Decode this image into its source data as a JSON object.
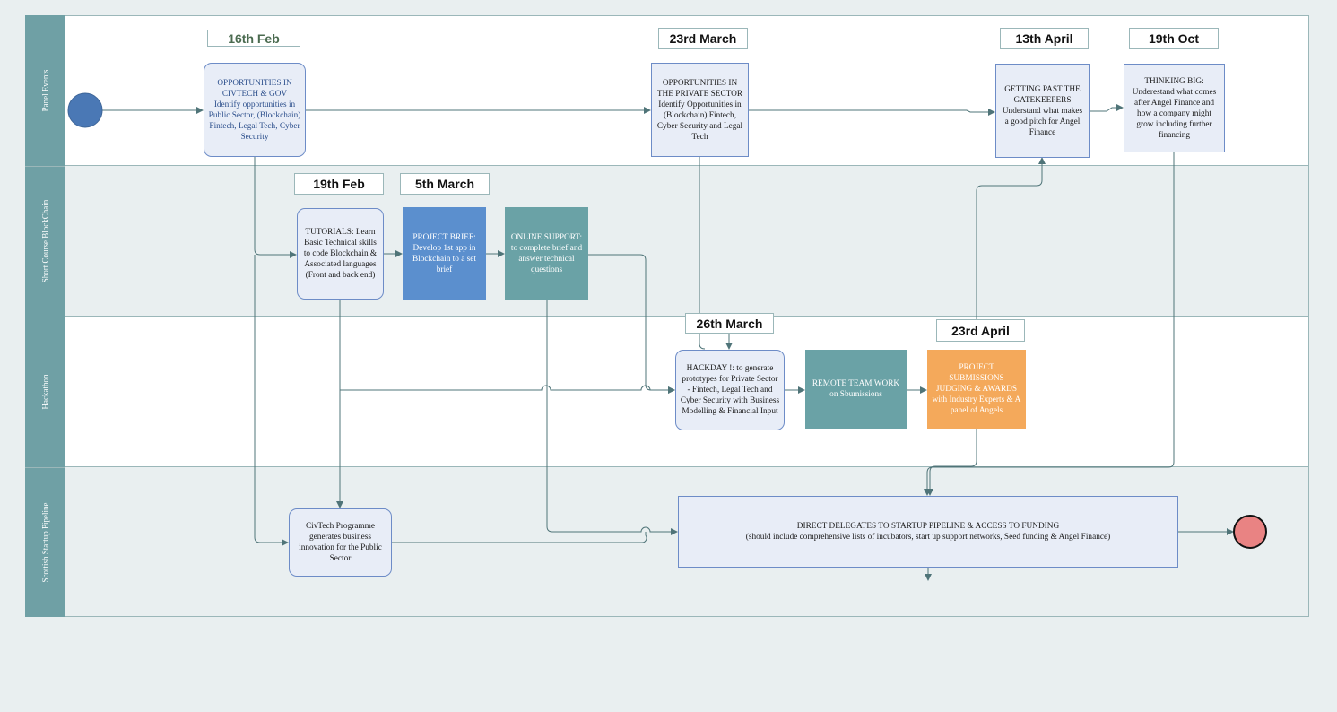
{
  "lanes": [
    {
      "label": "Panel Events"
    },
    {
      "label": "Short Course BlockChain"
    },
    {
      "label": "Hackathon"
    },
    {
      "label": "Scottish Startup Pipeline"
    }
  ],
  "dates": {
    "d16feb": "16th Feb",
    "d23mar": "23rd March",
    "d13apr": "13th April",
    "d19oct": "19th Oct",
    "d19feb": "19th Feb",
    "d5mar": "5th March",
    "d26mar": "26th March",
    "d23apr": "23rd April"
  },
  "boxes": {
    "civtech_title": "OPPORTUNITIES IN CIVTECH & GOV",
    "civtech_body": "Identify opportunities in Public Sector, (Blockchain) Fintech, Legal Tech, Cyber Security",
    "private_title": "OPPORTUNITIES IN THE PRIVATE SECTOR",
    "private_body": "Identify Opportunities in (Blockchain)  Fintech, Cyber Security and Legal Tech",
    "gatekeepers_title": "GETTING PAST THE GATEKEEPERS",
    "gatekeepers_body": "Understand what makes a good pitch for Angel Finance",
    "thinking_big": "THINKING BIG: Underestand what comes after Angel Finance and how a company might grow including further financing",
    "tutorials": "TUTORIALS: Learn Basic Technical skills to code Blockchain & Associated languages (Front and back end)",
    "project_brief": "PROJECT BRIEF: Develop 1st app in Blockchain to a set brief",
    "online_support": "ONLINE SUPPORT: to complete brief and answer technical questions",
    "hackday": "HACKDAY !: to generate prototypes for Private Sector - Fintech, Legal Tech and Cyber Security with Business Modelling & Financial Input",
    "remote_team": "REMOTE TEAM WORK on Sbumissions",
    "submissions_title": "PROJECT SUBMISSIONS JUDGING & AWARDS",
    "submissions_body": "with Industry Experts & A panel of Angels",
    "civtech_programme": "CivTech Programme generates business innovation for the Public Sector",
    "direct_title": "DIRECT DELEGATES TO STARTUP PIPELINE & ACCESS TO FUNDING",
    "direct_body": "(should include comprehensive lists of incubators, start up support networks, Seed funding & Angel Finance)"
  },
  "colors": {
    "lane_header": "#6fa0a5",
    "start_event": "#4a78b5",
    "end_event": "#e98383",
    "connector": "#4f7478"
  }
}
